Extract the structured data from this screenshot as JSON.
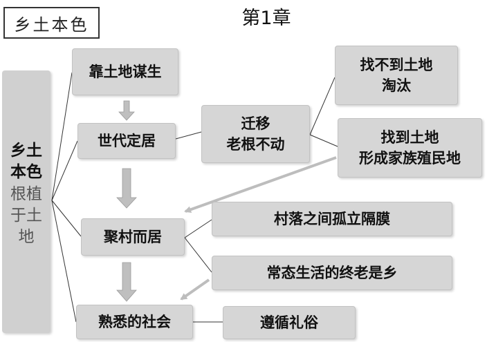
{
  "header": {
    "tag_label": "乡土本色",
    "chapter_title": "第1章"
  },
  "side_panel": {
    "title": "乡土本色",
    "subtitle": "根植于土地"
  },
  "nodes": {
    "kao_tu_di": "靠土地谋生",
    "shi_dai": "世代定居",
    "ju_cun": "聚村而居",
    "shu_xi": "熟悉的社会",
    "qian_yi": [
      "迁移",
      "老根不动"
    ],
    "zhao_bu_dao": [
      "找不到土地",
      "淘汰"
    ],
    "zhao_dao": [
      "找到土地",
      "形成家族殖民地"
    ],
    "ge_mo": "村落之间孤立隔膜",
    "chang_tai": "常态生活的终老是乡",
    "li_su": "遵循礼俗"
  }
}
